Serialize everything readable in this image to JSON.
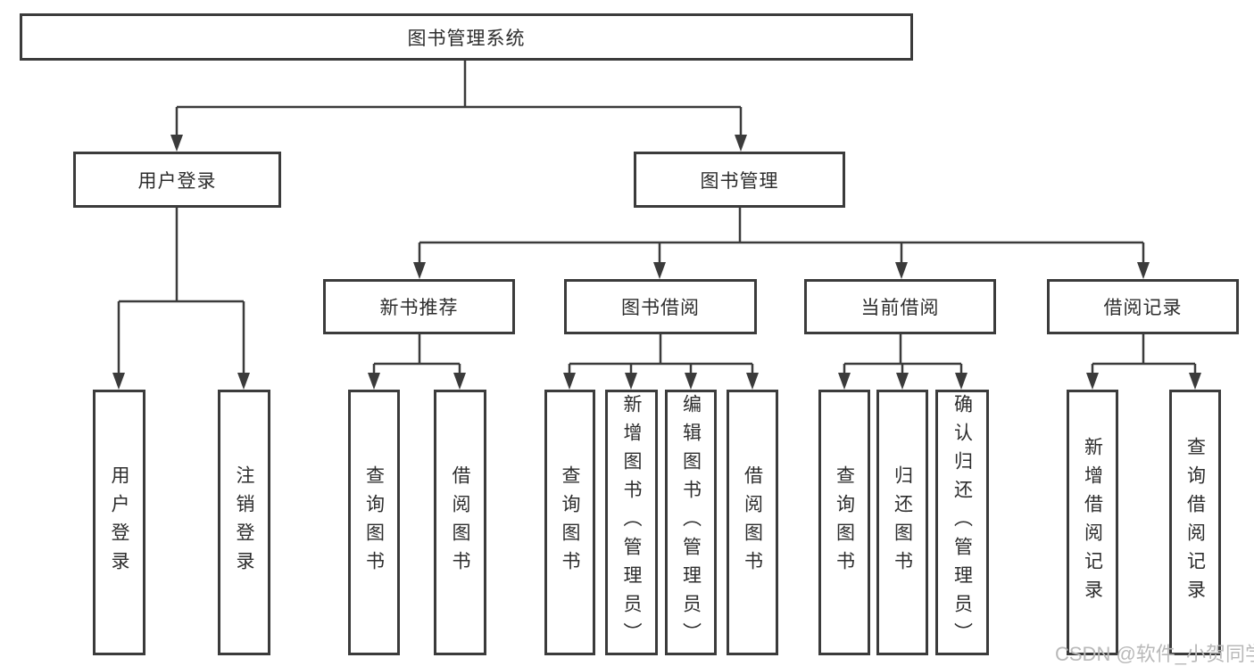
{
  "diagram": {
    "root": {
      "label": "图书管理系统"
    },
    "branches": [
      {
        "label": "用户登录",
        "children": [
          {
            "label": "用户登录"
          },
          {
            "label": "注销登录"
          }
        ]
      },
      {
        "label": "图书管理",
        "children": [
          {
            "label": "新书推荐",
            "children": [
              {
                "label": "查询图书"
              },
              {
                "label": "借阅图书"
              }
            ]
          },
          {
            "label": "图书借阅",
            "children": [
              {
                "label": "查询图书"
              },
              {
                "label": "新增图书（管理员）"
              },
              {
                "label": "编辑图书（管理员）"
              },
              {
                "label": "借阅图书"
              }
            ]
          },
          {
            "label": "当前借阅",
            "children": [
              {
                "label": "查询图书"
              },
              {
                "label": "归还图书"
              },
              {
                "label": "确认归还（管理员）"
              }
            ]
          },
          {
            "label": "借阅记录",
            "children": [
              {
                "label": "新增借阅记录"
              },
              {
                "label": "查询借阅记录"
              }
            ]
          }
        ]
      }
    ]
  },
  "watermark": {
    "text": "CSDN @软件_小贺同学"
  },
  "colors": {
    "line": "#3b3b3b",
    "box_border": "#3b3b3b",
    "text": "#2d2d2d",
    "background": "#ffffff",
    "watermark": "#b9b9b9"
  }
}
